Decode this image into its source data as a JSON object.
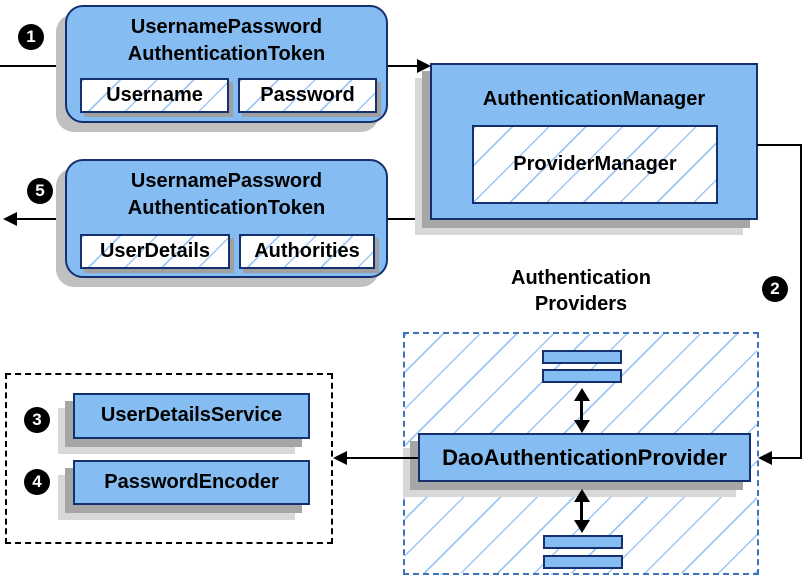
{
  "colors": {
    "node_fill": "#85bdf2",
    "node_border": "#14306e",
    "hatch_line": "#9fc7f5",
    "shadow_dark": "#a6a6a6",
    "shadow_light": "#d8d8d8",
    "shadow_token": "#c0c0c0",
    "shadow_inner": "#a0a0a0",
    "dashed_border": "#3f74b8",
    "dotted_border": "#000000",
    "connector": "#000000",
    "badge_bg": "#000000",
    "badge_text": "#ffffff",
    "text": "#000000"
  },
  "steps": {
    "s1": "1",
    "s2": "2",
    "s3": "3",
    "s4": "4",
    "s5": "5"
  },
  "request_token": {
    "title_line1": "UsernamePassword",
    "title_line2": "AuthenticationToken",
    "field_username": "Username",
    "field_password": "Password"
  },
  "authentication_manager": {
    "title": "AuthenticationManager",
    "provider_manager": "ProviderManager"
  },
  "response_token": {
    "title_line1": "UsernamePassword",
    "title_line2": "AuthenticationToken",
    "field_userdetails": "UserDetails",
    "field_authorities": "Authorities"
  },
  "authentication_providers": {
    "title_line1": "Authentication",
    "title_line2": "Providers",
    "dao_provider": "DaoAuthenticationProvider"
  },
  "services": {
    "user_details_service": "UserDetailsService",
    "password_encoder": "PasswordEncoder"
  }
}
